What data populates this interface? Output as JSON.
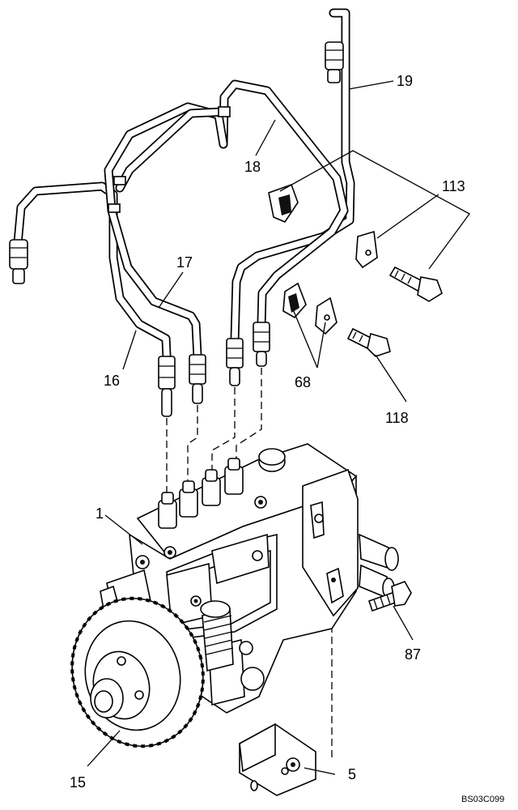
{
  "diagram": {
    "image_code": "BS03C099",
    "callouts": [
      {
        "id": "c19",
        "label": "19"
      },
      {
        "id": "c18",
        "label": "18"
      },
      {
        "id": "c113",
        "label": "113"
      },
      {
        "id": "c17",
        "label": "17"
      },
      {
        "id": "c16",
        "label": "16"
      },
      {
        "id": "c68",
        "label": "68"
      },
      {
        "id": "c118",
        "label": "118"
      },
      {
        "id": "c1",
        "label": "1"
      },
      {
        "id": "c87",
        "label": "87"
      },
      {
        "id": "c15",
        "label": "15"
      },
      {
        "id": "c5",
        "label": "5"
      }
    ]
  }
}
